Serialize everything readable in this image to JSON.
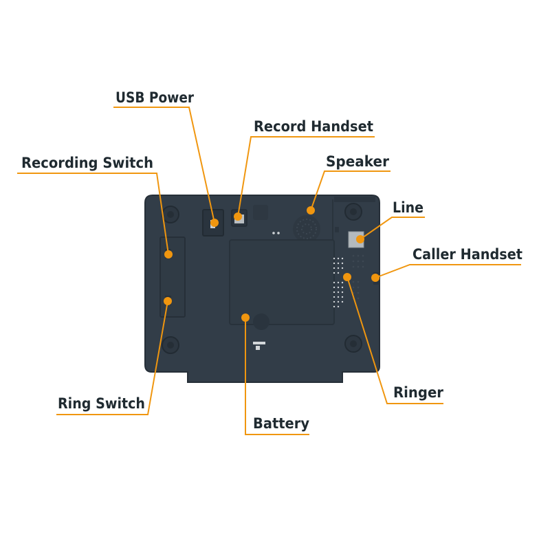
{
  "labels": {
    "usb_power": "USB Power",
    "record_handset": "Record Handset",
    "recording_switch": "Recording Switch",
    "speaker": "Speaker",
    "line": "Line",
    "caller_handset": "Caller Handset",
    "ring_switch": "Ring Switch",
    "battery": "Battery",
    "ringer": "Ringer"
  },
  "colors": {
    "device_body": "#323d48",
    "device_edge": "#24303a",
    "callout": "#f0960f",
    "label_text": "#1f2a30"
  }
}
